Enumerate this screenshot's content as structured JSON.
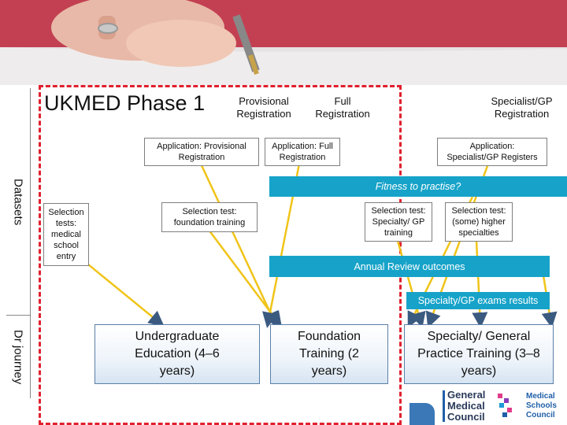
{
  "header": {
    "title": "UKMED Phase 1",
    "stages": {
      "provisional": "Provisional Registration",
      "full": "Full Registration",
      "specialist": "Specialist/GP Registration"
    }
  },
  "side_labels": {
    "datasets": "Datasets",
    "journey": "Dr journey"
  },
  "applications": {
    "provisional": "Application: Provisional Registration",
    "full": "Application: Full Registration",
    "specialist": "Application: Specialist/GP Registers"
  },
  "selection": {
    "school": "Selection tests: medical school entry",
    "foundation": "Selection test: foundation training",
    "specialty": "Selection test: Specialty/ GP training",
    "higher": "Selection test: (some) higher specialties"
  },
  "banners": {
    "fitness": "Fitness to practise?",
    "arcp": "Annual Review outcomes",
    "exams": "Specialty/GP exams results"
  },
  "journey": {
    "undergrad": "Undergraduate Education (4–6 years)",
    "foundation": "Foundation Training (2 years)",
    "specialty": "Specialty/ General Practice Training (3–8 years)"
  },
  "logos": {
    "gmc": "General Medical Council",
    "msc": "Medical Schools Council"
  },
  "colors": {
    "frame": "#e0202e",
    "banner": "#17a3c9",
    "arrow": "#f0c419"
  }
}
